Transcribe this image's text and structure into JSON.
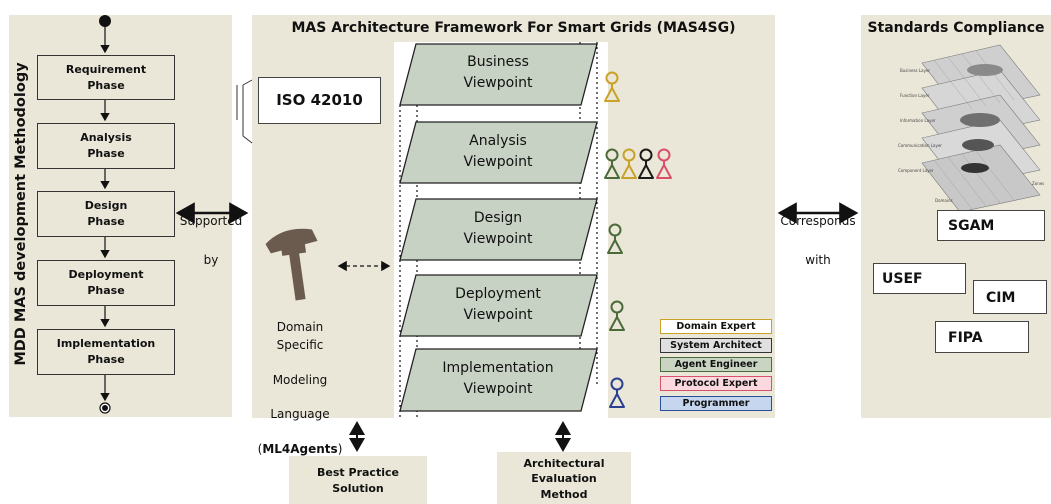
{
  "methodology": {
    "title": "MDD MAS development Methodology",
    "phases": [
      "Requirement\nPhase",
      "Analysis\nPhase",
      "Design\nPhase",
      "Deployment\nPhase",
      "Implementation\nPhase"
    ]
  },
  "framework": {
    "title": "MAS Architecture Framework For Smart Grids (MAS4SG)",
    "iso": "ISO 42010",
    "viewpoints": [
      "Business\nViewpoint",
      "Analysis\nViewpoint",
      "Design\nViewpoint",
      "Deployment\nViewpoint",
      "Implementation\nViewpoint"
    ],
    "dsml": {
      "line1": "Domain Specific",
      "line2": "Modeling",
      "line3": "Language",
      "paren_open": "(",
      "name": "ML4Agents",
      "paren_close": ")"
    },
    "legend": [
      {
        "label": "Domain Expert",
        "color": "#c9a227",
        "fill": "#ffffff"
      },
      {
        "label": "System Architect",
        "color": "#333333",
        "fill": "#e0e0e0"
      },
      {
        "label": "Agent Engineer",
        "color": "#4a6a3a",
        "fill": "#c9d4c2"
      },
      {
        "label": "Protocol Expert",
        "color": "#d9506a",
        "fill": "#fbd9df"
      },
      {
        "label": "Programmer",
        "color": "#2a4f9a",
        "fill": "#c5d6ee"
      }
    ],
    "actor_colors": {
      "domain_expert": "#c9a227",
      "agent_engineer": "#4a6a3a",
      "system_architect": "#1a1a1a",
      "protocol_expert": "#d9506a",
      "programmer": "#2a3f8f"
    }
  },
  "connectors": {
    "supported_line1": "Supported",
    "supported_line2": "by",
    "corresponds_line1": "Corresponds",
    "corresponds_line2": "with"
  },
  "bottom": {
    "best_practice": "Best Practice\nSolution",
    "evaluation": "Architectural\nEvaluation\nMethod"
  },
  "standards": {
    "title": "Standards Compliance",
    "items": [
      "SGAM",
      "USEF",
      "CIM",
      "FIPA"
    ],
    "sgam_layer_labels": [
      "Business Layer",
      "Function Layer",
      "Information Layer",
      "Communication Layer",
      "Component Layer"
    ],
    "sgam_axis_labels": [
      "Domains",
      "Zones"
    ]
  },
  "colors": {
    "panel": "#ebe7d8",
    "viewpoint_fill": "#c8d2c4",
    "icon_hammer": "#6b5a4e"
  }
}
